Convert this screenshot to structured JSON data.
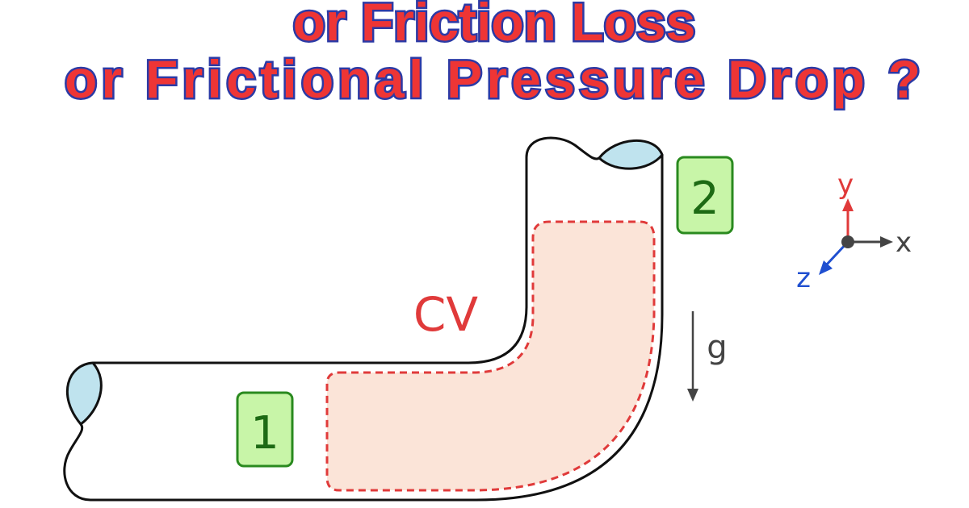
{
  "title": {
    "line1": "or Friction Loss",
    "line2": "or Frictional Pressure Drop ?"
  },
  "diagram": {
    "control_volume_label": "CV",
    "section_1_label": "1",
    "section_2_label": "2",
    "gravity_label": "g",
    "axes": {
      "x": "x",
      "y": "y",
      "z": "z"
    },
    "colors": {
      "title_fill": "#ee3535",
      "title_outline": "#2b3aa6",
      "cv_fill": "#fbe4d8",
      "cv_border": "#e03a3a",
      "section_box_fill": "#c8f5a8",
      "section_box_border": "#2a8a1f",
      "pipe_opening": "#bfe3ee",
      "y_axis": "#e03a3a",
      "x_axis": "#444444",
      "z_axis": "#1f4fd0"
    }
  }
}
